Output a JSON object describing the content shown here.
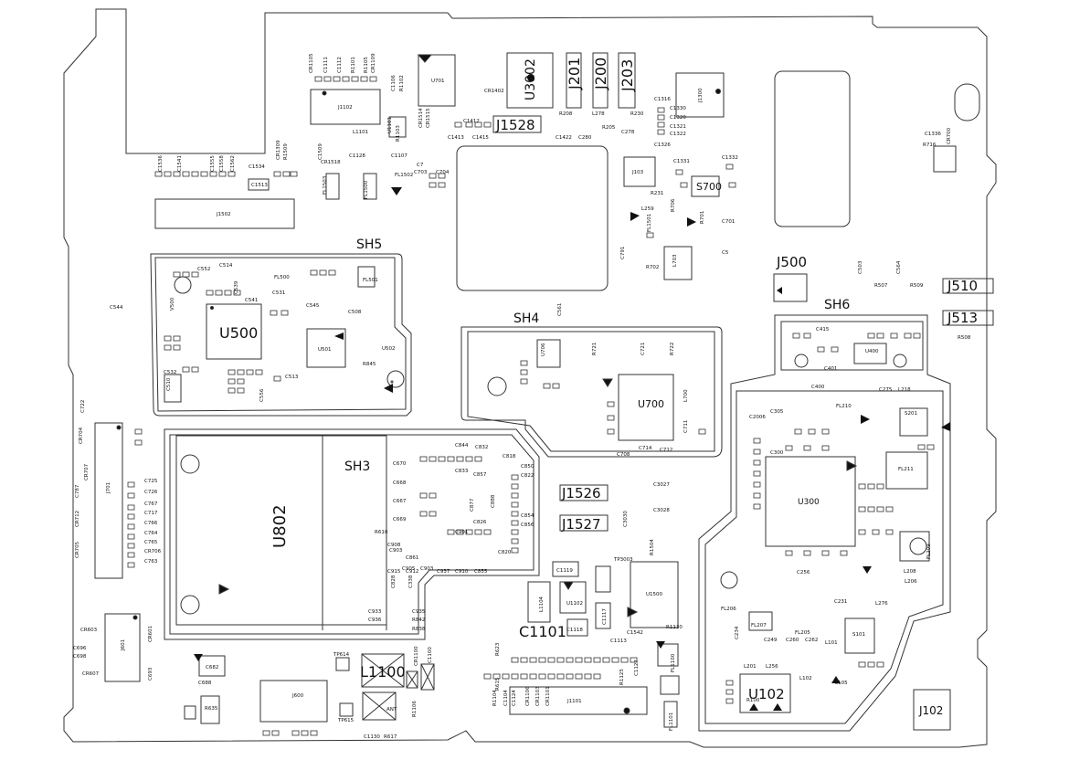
{
  "board": {
    "line_color": "#333333",
    "fill_color": "#ffffff"
  },
  "shields": [
    {
      "id": "sh5",
      "label": "SH5"
    },
    {
      "id": "sh4",
      "label": "SH4"
    },
    {
      "id": "sh6",
      "label": "SH6"
    },
    {
      "id": "sh3",
      "label": "SH3"
    }
  ],
  "big_labels": [
    {
      "id": "j1528",
      "text": "J1528"
    },
    {
      "id": "j201",
      "text": "J201"
    },
    {
      "id": "j200",
      "text": "J200"
    },
    {
      "id": "j203",
      "text": "J203"
    },
    {
      "id": "u3002",
      "text": "U3002"
    },
    {
      "id": "j500",
      "text": "J500"
    },
    {
      "id": "j510",
      "text": "J510"
    },
    {
      "id": "j513",
      "text": "J513"
    },
    {
      "id": "u500",
      "text": "U500"
    },
    {
      "id": "u802",
      "text": "U802"
    },
    {
      "id": "j1526",
      "text": "J1526"
    },
    {
      "id": "j1527",
      "text": "J1527"
    },
    {
      "id": "l1100",
      "text": "L1100"
    },
    {
      "id": "c1101",
      "text": "C1101"
    },
    {
      "id": "u102",
      "text": "U102"
    },
    {
      "id": "j102",
      "text": "J102"
    },
    {
      "id": "s700",
      "text": "S700"
    },
    {
      "id": "u700",
      "text": "U700"
    },
    {
      "id": "u300",
      "text": "U300"
    }
  ],
  "small_labels": [
    {
      "id": "j1102",
      "text": "J1102"
    },
    {
      "id": "j1502",
      "text": "J1502"
    },
    {
      "id": "j1300",
      "text": "J1300"
    },
    {
      "id": "j103",
      "text": "J103"
    },
    {
      "id": "u701",
      "text": "U701"
    },
    {
      "id": "fl1502",
      "text": "FL1502"
    },
    {
      "id": "l1101",
      "text": "L1101"
    },
    {
      "id": "cr1518",
      "text": "CR1518"
    },
    {
      "id": "c1513",
      "text": "C1513"
    },
    {
      "id": "c1534",
      "text": "C1534"
    },
    {
      "id": "r208",
      "text": "R208"
    },
    {
      "id": "l278",
      "text": "L278"
    },
    {
      "id": "r230",
      "text": "R230"
    },
    {
      "id": "r205",
      "text": "R205"
    },
    {
      "id": "c1422",
      "text": "C1422"
    },
    {
      "id": "c280",
      "text": "C280"
    },
    {
      "id": "c278",
      "text": "C278"
    },
    {
      "id": "c1326",
      "text": "C1326"
    },
    {
      "id": "c1331",
      "text": "C1331"
    },
    {
      "id": "c1332",
      "text": "C1332"
    },
    {
      "id": "r702",
      "text": "R702"
    },
    {
      "id": "l701",
      "text": "L701"
    },
    {
      "id": "c701",
      "text": "C701"
    },
    {
      "id": "c544",
      "text": "C544"
    },
    {
      "id": "c545",
      "text": "C545"
    },
    {
      "id": "c508",
      "text": "C508"
    },
    {
      "id": "u501",
      "text": "U501"
    },
    {
      "id": "u502",
      "text": "U502"
    },
    {
      "id": "c510",
      "text": "C510"
    },
    {
      "id": "c513",
      "text": "C513"
    },
    {
      "id": "c556",
      "text": "C556"
    },
    {
      "id": "c532",
      "text": "C532"
    },
    {
      "id": "c561",
      "text": "C561"
    },
    {
      "id": "u706",
      "text": "U706"
    },
    {
      "id": "r721",
      "text": "R721"
    },
    {
      "id": "c721",
      "text": "C721"
    },
    {
      "id": "r722",
      "text": "R722"
    },
    {
      "id": "l700",
      "text": "L700"
    },
    {
      "id": "c711",
      "text": "C711"
    },
    {
      "id": "c708",
      "text": "C708"
    },
    {
      "id": "c714",
      "text": "C714"
    },
    {
      "id": "c712",
      "text": "C712"
    },
    {
      "id": "c503",
      "text": "C503"
    },
    {
      "id": "c564",
      "text": "C564"
    },
    {
      "id": "r507",
      "text": "R507"
    },
    {
      "id": "r508",
      "text": "R508"
    },
    {
      "id": "r509",
      "text": "R509"
    },
    {
      "id": "c415",
      "text": "C415"
    },
    {
      "id": "u400",
      "text": "U400"
    },
    {
      "id": "c401",
      "text": "C401"
    },
    {
      "id": "c400",
      "text": "C400"
    },
    {
      "id": "fl210",
      "text": "FL210"
    },
    {
      "id": "s201",
      "text": "S201"
    },
    {
      "id": "c305",
      "text": "C305"
    },
    {
      "id": "c300",
      "text": "C300"
    },
    {
      "id": "fl211",
      "text": "FL211"
    },
    {
      "id": "fl209",
      "text": "FL209"
    },
    {
      "id": "fl205",
      "text": "FL205"
    },
    {
      "id": "fl207",
      "text": "FL207"
    },
    {
      "id": "s101",
      "text": "S101"
    },
    {
      "id": "c231",
      "text": "C231"
    },
    {
      "id": "l276",
      "text": "L276"
    },
    {
      "id": "l201",
      "text": "L201"
    },
    {
      "id": "l256",
      "text": "L256"
    },
    {
      "id": "l101",
      "text": "L101"
    },
    {
      "id": "j701",
      "text": "J701"
    },
    {
      "id": "c722",
      "text": "C722"
    },
    {
      "id": "c725",
      "text": "C725"
    },
    {
      "id": "c726",
      "text": "C726"
    },
    {
      "id": "c767",
      "text": "C767"
    },
    {
      "id": "c717",
      "text": "C717"
    },
    {
      "id": "c766",
      "text": "C766"
    },
    {
      "id": "c764",
      "text": "C764"
    },
    {
      "id": "c765",
      "text": "C765"
    },
    {
      "id": "cr706",
      "text": "CR706"
    },
    {
      "id": "c763",
      "text": "C763"
    },
    {
      "id": "c670",
      "text": "C670"
    },
    {
      "id": "c668",
      "text": "C668"
    },
    {
      "id": "c667",
      "text": "C667"
    },
    {
      "id": "c669",
      "text": "C669"
    },
    {
      "id": "c844",
      "text": "C844"
    },
    {
      "id": "c832",
      "text": "C832"
    },
    {
      "id": "c818",
      "text": "C818"
    },
    {
      "id": "c833",
      "text": "C833"
    },
    {
      "id": "c857",
      "text": "C857"
    },
    {
      "id": "c877",
      "text": "C877"
    },
    {
      "id": "c888",
      "text": "C888"
    },
    {
      "id": "c855",
      "text": "C855"
    },
    {
      "id": "c937",
      "text": "C937"
    },
    {
      "id": "c910",
      "text": "C910"
    },
    {
      "id": "c912",
      "text": "C912"
    },
    {
      "id": "c915",
      "text": "C915"
    },
    {
      "id": "c933",
      "text": "C933"
    },
    {
      "id": "c935",
      "text": "C935"
    },
    {
      "id": "c936",
      "text": "C936"
    },
    {
      "id": "r842",
      "text": "R842"
    },
    {
      "id": "r838",
      "text": "R838"
    },
    {
      "id": "c1119",
      "text": "C1119"
    },
    {
      "id": "u1102",
      "text": "U1102"
    },
    {
      "id": "l1104",
      "text": "L1104"
    },
    {
      "id": "c1118",
      "text": "C1118"
    },
    {
      "id": "c1117",
      "text": "C1117"
    },
    {
      "id": "u1500",
      "text": "U1500"
    },
    {
      "id": "c1542",
      "text": "C1542"
    },
    {
      "id": "c1113",
      "text": "C1113"
    },
    {
      "id": "tp3003",
      "text": "TP3003"
    },
    {
      "id": "r1504",
      "text": "R1504"
    },
    {
      "id": "c3030",
      "text": "C3030"
    },
    {
      "id": "c3027",
      "text": "C3027"
    },
    {
      "id": "c3028",
      "text": "C3028"
    },
    {
      "id": "fl1100",
      "text": "FL1100"
    },
    {
      "id": "j1101",
      "text": "J1101"
    },
    {
      "id": "r1104",
      "text": "R1104"
    },
    {
      "id": "c1104",
      "text": "C1104"
    },
    {
      "id": "fl1101",
      "text": "FL1101"
    },
    {
      "id": "cr603",
      "text": "CR603"
    },
    {
      "id": "c696",
      "text": "C696"
    },
    {
      "id": "c698",
      "text": "C698"
    },
    {
      "id": "cr607",
      "text": "CR607"
    },
    {
      "id": "j601",
      "text": "J601"
    },
    {
      "id": "cr601",
      "text": "CR601"
    },
    {
      "id": "c693",
      "text": "C693"
    },
    {
      "id": "c682",
      "text": "C682"
    },
    {
      "id": "c688",
      "text": "C688"
    },
    {
      "id": "j600",
      "text": "J600"
    },
    {
      "id": "tp614",
      "text": "TP614"
    },
    {
      "id": "tp615",
      "text": "TP615"
    },
    {
      "id": "r635",
      "text": "R635"
    },
    {
      "id": "c1130",
      "text": "C1130"
    },
    {
      "id": "r617",
      "text": "R617"
    },
    {
      "id": "r1106",
      "text": "R1106"
    },
    {
      "id": "cr1100",
      "text": "CR1100"
    },
    {
      "id": "c1100",
      "text": "C1100"
    },
    {
      "id": "cr1105",
      "text": "CR1105"
    },
    {
      "id": "cr1109",
      "text": "CR1109"
    },
    {
      "id": "c1106",
      "text": "C1106"
    },
    {
      "id": "r1102",
      "text": "R1102"
    },
    {
      "id": "c1107",
      "text": "C1107"
    },
    {
      "id": "c1128",
      "text": "C1128"
    },
    {
      "id": "cr1514",
      "text": "CR1514"
    },
    {
      "id": "cr1402",
      "text": "CR1402"
    },
    {
      "id": "c1413",
      "text": "C1413"
    },
    {
      "id": "c1415",
      "text": "C1415"
    },
    {
      "id": "c1412",
      "text": "C1412"
    },
    {
      "id": "r1509",
      "text": "R1509"
    },
    {
      "id": "fl1503",
      "text": "FL1503"
    },
    {
      "id": "c7",
      "text": "C7"
    },
    {
      "id": "c703",
      "text": "C703"
    },
    {
      "id": "c704",
      "text": "C704"
    },
    {
      "id": "c1320",
      "text": "C1320"
    },
    {
      "id": "c1321",
      "text": "C1321"
    },
    {
      "id": "c1322",
      "text": "C1322"
    },
    {
      "id": "c1316",
      "text": "C1316"
    },
    {
      "id": "c1330",
      "text": "C1330"
    },
    {
      "id": "r716",
      "text": "R716"
    },
    {
      "id": "cr700",
      "text": "CR700"
    },
    {
      "id": "c1336",
      "text": "C1336"
    },
    {
      "id": "l259",
      "text": "L259"
    },
    {
      "id": "r231",
      "text": "R231"
    },
    {
      "id": "fl1500",
      "text": "FL1500"
    },
    {
      "id": "v500",
      "text": "V500"
    },
    {
      "id": "c514",
      "text": "C514"
    },
    {
      "id": "c552",
      "text": "C552"
    },
    {
      "id": "fl500",
      "text": "FL500"
    },
    {
      "id": "fl501",
      "text": "FL501"
    },
    {
      "id": "c541",
      "text": "C541"
    },
    {
      "id": "c531",
      "text": "C531"
    },
    {
      "id": "c539",
      "text": "C539"
    },
    {
      "id": "r845",
      "text": "R845"
    },
    {
      "id": "cr704",
      "text": "CR704"
    },
    {
      "id": "cr707",
      "text": "CR707"
    },
    {
      "id": "c787",
      "text": "C787"
    },
    {
      "id": "cr705",
      "text": "CR705"
    },
    {
      "id": "cr712",
      "text": "CR712"
    },
    {
      "id": "c1124",
      "text": "C1124"
    },
    {
      "id": "r1125",
      "text": "R1125"
    },
    {
      "id": "r615",
      "text": "R615"
    },
    {
      "id": "r623",
      "text": "R623"
    },
    {
      "id": "cr1106",
      "text": "CR1106"
    },
    {
      "id": "cr1103",
      "text": "CR1103"
    },
    {
      "id": "cr1101",
      "text": "CR1101"
    },
    {
      "id": "c1127",
      "text": "C1127"
    },
    {
      "id": "r1103",
      "text": "R1103"
    },
    {
      "id": "c1111",
      "text": "C1111"
    },
    {
      "id": "c1112",
      "text": "C1112"
    },
    {
      "id": "r1130",
      "text": "R1130"
    },
    {
      "id": "r1101",
      "text": "R1101"
    },
    {
      "id": "u1101",
      "text": "U1101"
    },
    {
      "id": "r701",
      "text": "R701"
    },
    {
      "id": "l703",
      "text": "L703"
    },
    {
      "id": "r706",
      "text": "R706"
    },
    {
      "id": "c791",
      "text": "C791"
    },
    {
      "id": "cr1515",
      "text": "CR1515"
    },
    {
      "id": "fl1501",
      "text": "FL1501"
    },
    {
      "id": "cr1309",
      "text": "CR1309"
    },
    {
      "id": "c1509",
      "text": "C1509"
    },
    {
      "id": "c1536",
      "text": "C1536"
    },
    {
      "id": "c1541",
      "text": "C1541"
    },
    {
      "id": "c1555",
      "text": "C1555"
    },
    {
      "id": "c1558",
      "text": "C1558"
    },
    {
      "id": "c1562",
      "text": "C1562"
    },
    {
      "id": "c2006",
      "text": "C2006"
    },
    {
      "id": "c256",
      "text": "C256"
    },
    {
      "id": "c275",
      "text": "C275"
    },
    {
      "id": "l218",
      "text": "L218"
    },
    {
      "id": "c234",
      "text": "C234"
    },
    {
      "id": "l206",
      "text": "L206"
    },
    {
      "id": "l208",
      "text": "L208"
    },
    {
      "id": "fl206",
      "text": "FL206"
    },
    {
      "id": "c249",
      "text": "C249"
    },
    {
      "id": "c260",
      "text": "C260"
    },
    {
      "id": "c262",
      "text": "C262"
    },
    {
      "id": "l102",
      "text": "L102"
    },
    {
      "id": "r100",
      "text": "R100"
    },
    {
      "id": "l105",
      "text": "L105"
    },
    {
      "id": "c903",
      "text": "C903"
    },
    {
      "id": "c861",
      "text": "C861"
    },
    {
      "id": "r610",
      "text": "R610"
    },
    {
      "id": "c850",
      "text": "C850"
    },
    {
      "id": "c822",
      "text": "C822"
    },
    {
      "id": "c826",
      "text": "C826"
    },
    {
      "id": "c854",
      "text": "C854"
    },
    {
      "id": "c856",
      "text": "C856"
    },
    {
      "id": "c908",
      "text": "C908"
    },
    {
      "id": "c905",
      "text": "C905"
    },
    {
      "id": "c901",
      "text": "C901"
    },
    {
      "id": "c820",
      "text": "C820"
    },
    {
      "id": "c903b",
      "text": "C903"
    },
    {
      "id": "c338",
      "text": "C338"
    },
    {
      "id": "c828",
      "text": "C828"
    },
    {
      "id": "c5",
      "text": "C5"
    },
    {
      "id": "r1105",
      "text": "R1105"
    },
    {
      "id": "ant",
      "text": "ANT"
    }
  ]
}
